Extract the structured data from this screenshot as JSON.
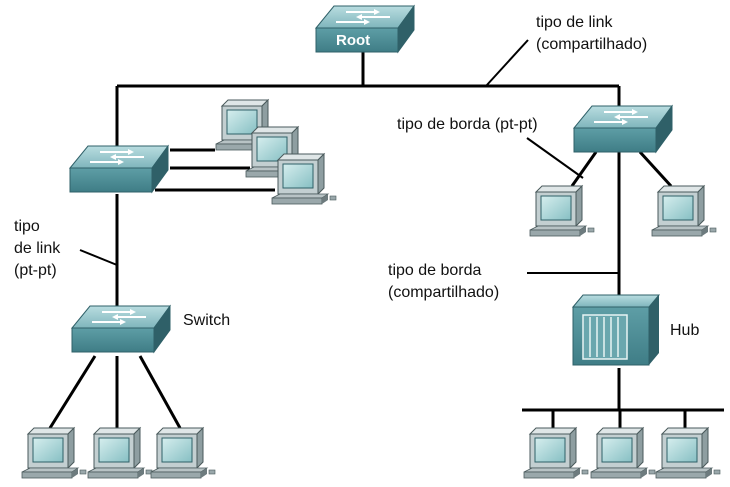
{
  "labels": {
    "root": "Root",
    "link_shared": [
      "tipo de link",
      "(compartilhado)"
    ],
    "edge_ptpt": "tipo de borda (pt-pt)",
    "link_ptpt": [
      "tipo",
      "de link",
      "(pt-pt)"
    ],
    "edge_shared": [
      "tipo de borda",
      "(compartilhado)"
    ],
    "switch": "Switch",
    "hub": "Hub"
  },
  "colors": {
    "device_top": "#8fc3c9",
    "device_front": "#4f8f98",
    "device_dark": "#2f6068",
    "screen": "#a9d4d6",
    "monitor_body": "#c8d2d4",
    "line": "#000000"
  }
}
